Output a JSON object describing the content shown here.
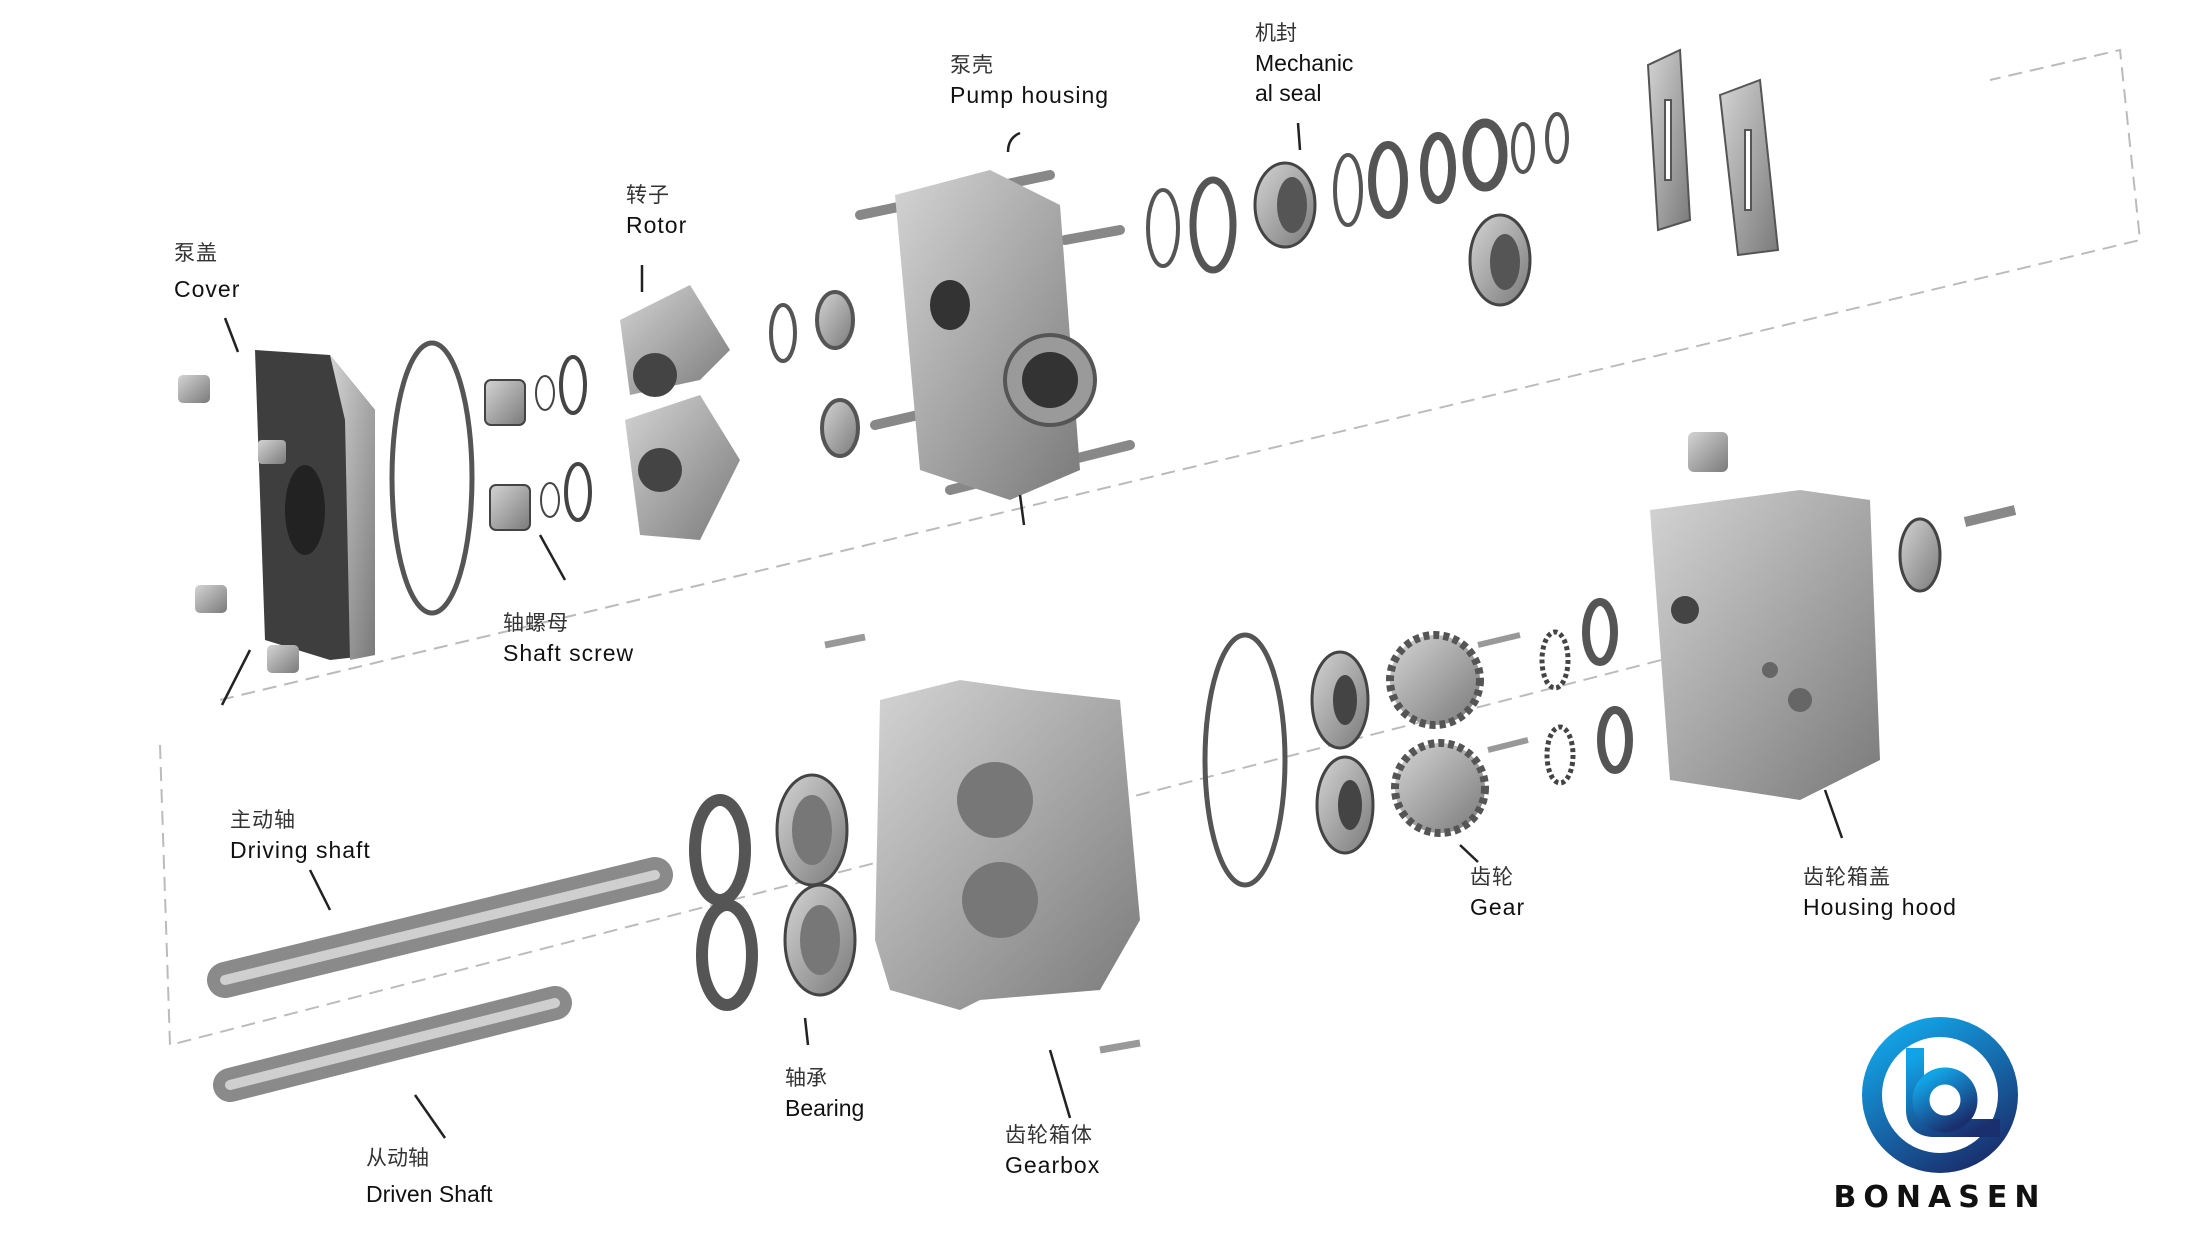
{
  "labels": {
    "cover": {
      "cn": "泵盖",
      "en": "Cover"
    },
    "rotor": {
      "cn": "转子",
      "en": "Rotor"
    },
    "pump_housing": {
      "cn": "泵壳",
      "en": "Pump housing"
    },
    "mechanical_seal": {
      "cn": "机封",
      "en_line1": "Mechanic",
      "en_line2": "al seal"
    },
    "shaft_screw": {
      "cn": "轴螺母",
      "en": "Shaft screw"
    },
    "driving_shaft": {
      "cn": "主动轴",
      "en": "Driving shaft"
    },
    "driven_shaft": {
      "cn": "从动轴",
      "en": "Driven Shaft"
    },
    "bearing": {
      "cn": "轴承",
      "en": "Bearing"
    },
    "gearbox": {
      "cn": "齿轮箱体",
      "en": "Gearbox"
    },
    "gear": {
      "cn": "齿轮",
      "en": "Gear"
    },
    "housing_hood": {
      "cn": "齿轮箱盖",
      "en": "Housing hood"
    }
  },
  "logo": {
    "brand": "BONASEN",
    "colors": {
      "light": "#12a3e6",
      "dark": "#1a2f6e"
    }
  },
  "colors": {
    "part": "#a9a9a9",
    "part_dark": "#5a5a5a",
    "leader": "#222222"
  }
}
